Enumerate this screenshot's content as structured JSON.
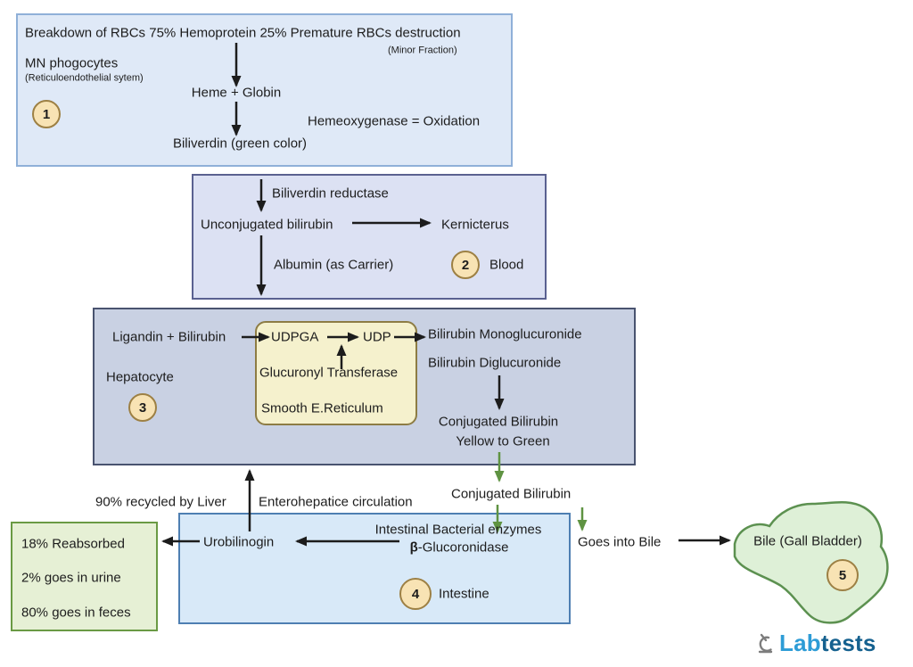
{
  "box1": {
    "badge": "1",
    "title": "Breakdown of RBCs 75% Hemoprotein 25% Premature RBCs destruction",
    "minor_fraction": "(Minor Fraction)",
    "mn_phagocytes": "MN phogocytes",
    "reticulo": "(Reticuloendothelial sytem)",
    "heme_globin": "Heme + Globin",
    "hemeoxygenase": "Hemeoxygenase = Oxidation",
    "biliverdin": "Biliverdin (green color)"
  },
  "box2": {
    "badge": "2",
    "badge_label": "Blood",
    "biliverdin_reductase": "Biliverdin reductase",
    "unconjugated": "Unconjugated bilirubin",
    "kernicterus": "Kernicterus",
    "albumin": "Albumin (as Carrier)"
  },
  "box3": {
    "badge": "3",
    "badge_label": "Hepatocyte",
    "ligandin": "Ligandin + Bilirubin",
    "udpga": "UDPGA",
    "udp": "UDP",
    "monoglucuronide": "Bilirubin Monoglucuronide",
    "diglucuronide": "Bilirubin Diglucuronide",
    "glucuronyl": "Glucuronyl Transferase",
    "smooth_er": "Smooth E.Reticulum",
    "conjugated": "Conjugated Bilirubin",
    "yellow_to_green": "Yellow to Green"
  },
  "middle": {
    "recycled": "90% recycled by Liver",
    "enterohepatic": "Enterohepatice circulation",
    "conjugated": "Conjugated Bilirubin",
    "goes_into_bile": "Goes into Bile"
  },
  "box4": {
    "badge": "4",
    "badge_label": "Intestine",
    "intestinal_enzymes": "Intestinal Bacterial enzymes",
    "beta": "β",
    "beta_rest": "-Glucoronidase",
    "urobilinogen": "Urobilinogin"
  },
  "excretion": {
    "reabsorbed": "18% Reabsorbed",
    "urine": "2% goes in urine",
    "feces": "80% goes in feces"
  },
  "gallbladder": {
    "badge": "5",
    "label": "Bile (Gall Bladder)"
  },
  "logo": {
    "lab": "Lab",
    "tests": "tests"
  },
  "colors": {
    "box1_fill": "#dfe9f7",
    "box2_fill": "#dce1f3",
    "box3_fill": "#c9d1e3",
    "box4_fill": "#d8e9f8",
    "yellow_fill": "#f5f1cd",
    "green_box_fill": "#e6f0d5",
    "blob_fill": "#def0d7",
    "badge_fill": "#f8e3b4",
    "green_arrow": "#5f9342",
    "black_arrow": "#1c1c1c",
    "logo_lab": "#2d9cd6",
    "logo_tests": "#15618f"
  }
}
